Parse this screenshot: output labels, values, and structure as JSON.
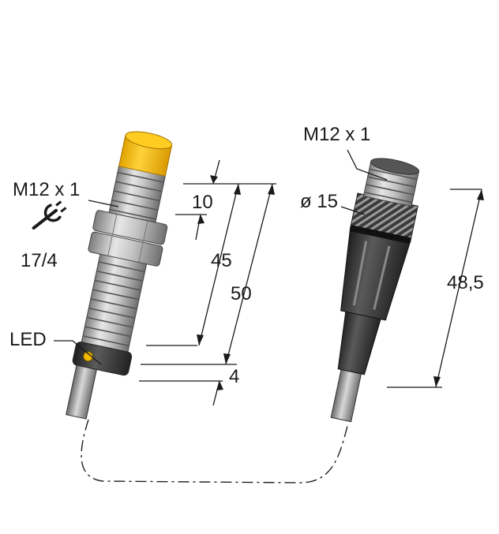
{
  "sensor": {
    "thread_label": "M12 x 1",
    "wrench_label": "17/4",
    "led_label": "LED",
    "dims": {
      "d10": "10",
      "d45": "45",
      "d50": "50",
      "d4": "4"
    },
    "colors": {
      "cap": "#F5B800",
      "body": "#9a9a9a",
      "led": "#F5B800"
    }
  },
  "connector": {
    "thread_label": "M12 x 1",
    "diameter_label": "ø 15",
    "length_label": "48,5",
    "colors": {
      "housing": "#3a3a3a",
      "knurl": "#4a4a4a"
    }
  },
  "icons": [
    "wrench-icon"
  ]
}
